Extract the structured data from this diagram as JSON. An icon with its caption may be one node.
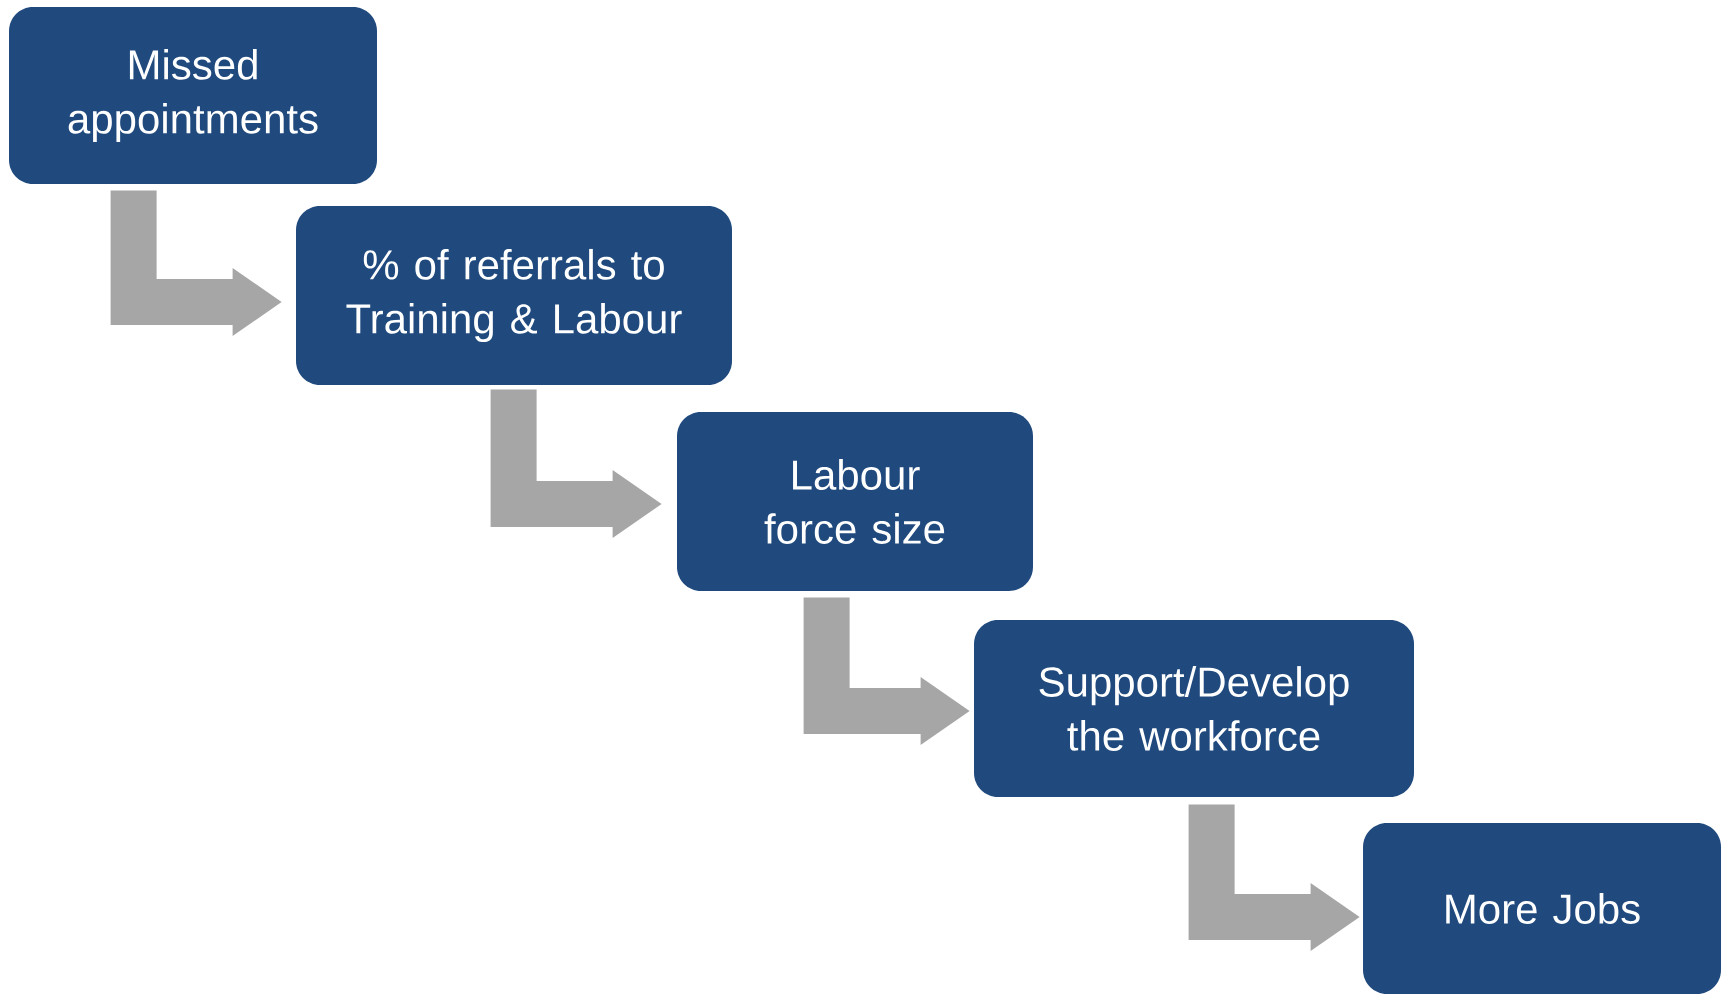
{
  "diagram": {
    "nodes": [
      {
        "text": [
          "Missed appointments"
        ]
      },
      {
        "text": [
          "% of referrals to Training & Labour"
        ]
      },
      {
        "text": [
          "Labour force size"
        ]
      },
      {
        "text": [
          "Support/Develop the workforce"
        ]
      },
      {
        "text": [
          "More Jobs"
        ]
      }
    ],
    "edges": [
      {
        "from": 0,
        "to": 1,
        "arrow": "to"
      },
      {
        "from": 1,
        "to": 2,
        "arrow": "to"
      },
      {
        "from": 2,
        "to": 3,
        "arrow": "to"
      },
      {
        "from": 3,
        "to": 4,
        "arrow": "to"
      }
    ]
  }
}
